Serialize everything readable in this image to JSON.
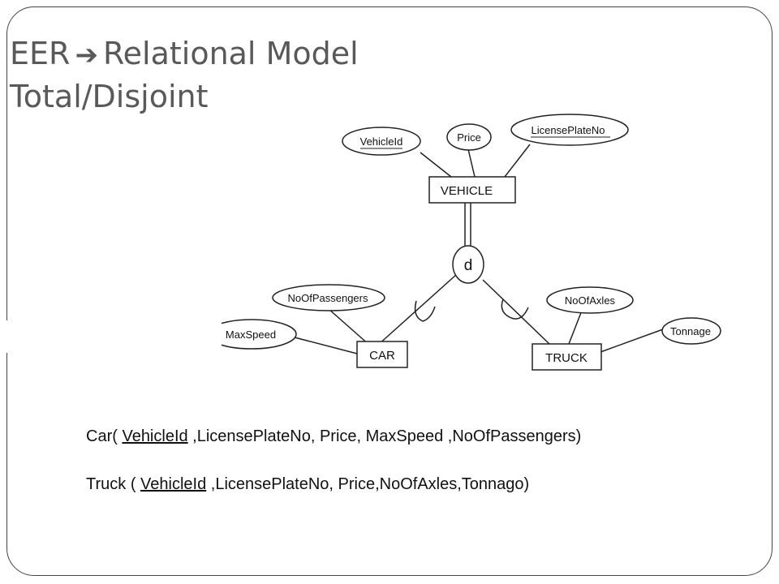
{
  "slide": {
    "title_part1": "EER",
    "title_arrow": "➔",
    "title_part2": "Relational Model",
    "subtitle": "Total/Disjoint"
  },
  "diagram": {
    "entities": {
      "vehicle": "VEHICLE",
      "car": "CAR",
      "truck": "TRUCK"
    },
    "attributes": {
      "vehicle_id": "VehicleId",
      "price": "Price",
      "license_plate_no": "LicensePlateNo",
      "no_of_passengers": "NoOfPassengers",
      "max_speed": "MaxSpeed",
      "no_of_axles": "NoOfAxles",
      "tonnage": "Tonnage"
    },
    "specialization_symbol": "d"
  },
  "relations": {
    "car": {
      "prefix": "Car( ",
      "key": "VehicleId",
      "rest": " ,LicensePlateNo, Price, MaxSpeed ,NoOfPassengers)"
    },
    "truck": {
      "prefix": "Truck ( ",
      "key": "VehicleId",
      "rest": " ,LicensePlateNo, Price,NoOfAxles,Tonnago)"
    }
  }
}
